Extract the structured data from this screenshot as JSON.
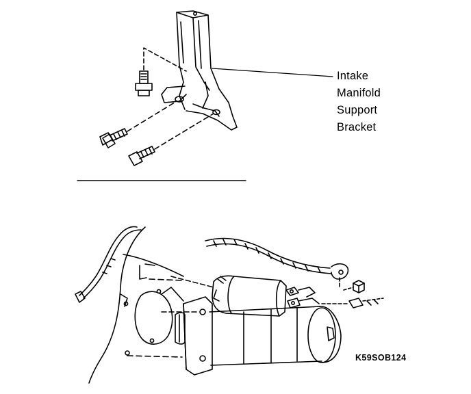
{
  "callout": {
    "line1": "Intake",
    "line2": "Manifold",
    "line3": "Support",
    "line4": "Bracket"
  },
  "figure_code": "K59SOB124",
  "colors": {
    "ink": "#000000",
    "paper": "#ffffff"
  }
}
